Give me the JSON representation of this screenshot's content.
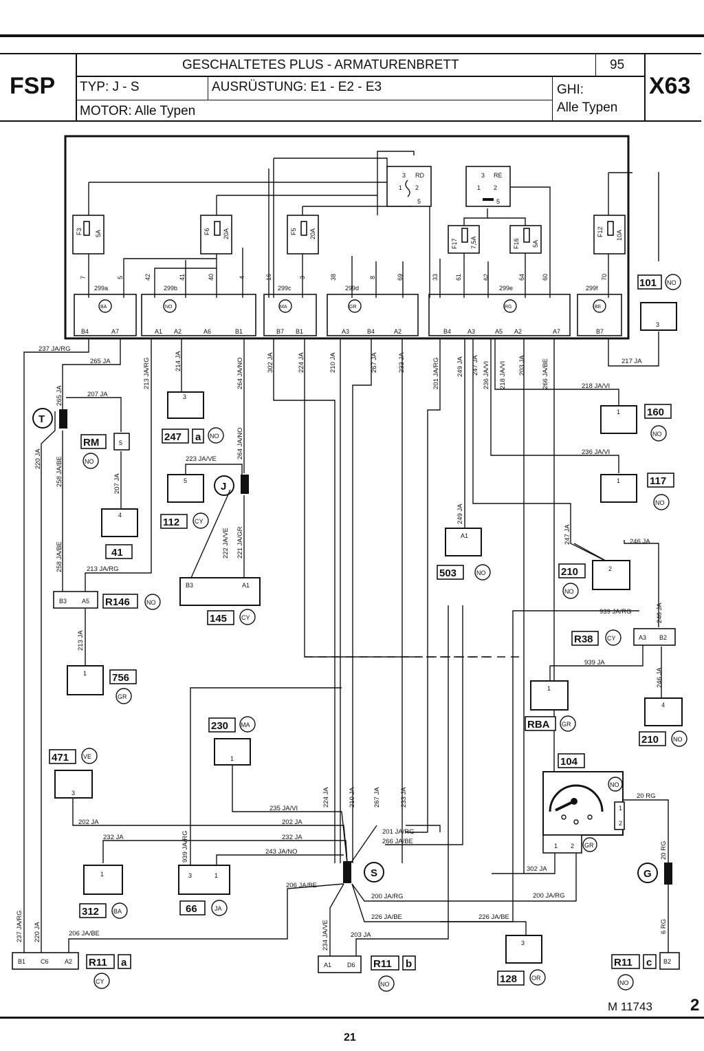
{
  "header": {
    "code_left": "FSP",
    "title": "GESCHALTETES PLUS - ARMATURENBRETT",
    "year": "95",
    "code_right": "X63",
    "typ": "TYP: J - S",
    "ausruestung": "AUSRÜSTUNG: E1 - E2 - E3",
    "ghi_label": "GHI:",
    "ghi_value": "Alle Typen",
    "motor": "MOTOR: Alle Typen"
  },
  "fuses": [
    {
      "id": "F3",
      "rating": "5A"
    },
    {
      "id": "F6",
      "rating": "20A"
    },
    {
      "id": "F5",
      "rating": "20A"
    },
    {
      "id": "F17",
      "rating": "7,5A"
    },
    {
      "id": "F16",
      "rating": "5A"
    },
    {
      "id": "F12",
      "rating": "10A"
    }
  ],
  "relays": [
    {
      "id": "RD",
      "pins": [
        "3",
        "1",
        "2",
        "5"
      ]
    },
    {
      "id": "RE",
      "pins": [
        "3",
        "1",
        "2",
        "5"
      ]
    }
  ],
  "wire_numbers": [
    "7",
    "5",
    "42",
    "41",
    "40",
    "4",
    "16",
    "3",
    "38",
    "8",
    "69",
    "33",
    "61",
    "62",
    "64",
    "60",
    "70"
  ],
  "connector_groups": [
    {
      "id": "299a",
      "color": "BA",
      "pins": [
        "B4",
        "A7"
      ]
    },
    {
      "id": "299b",
      "color": "NO",
      "pins": [
        "A1",
        "A2",
        "A6",
        "B1"
      ]
    },
    {
      "id": "299c",
      "color": "MA",
      "pins": [
        "B7",
        "B1"
      ]
    },
    {
      "id": "299d",
      "color": "GR",
      "pins": [
        "A3",
        "B4",
        "A2"
      ]
    },
    {
      "id": "299e",
      "color": "RG",
      "pins": [
        "B4",
        "A3",
        "A5",
        "A2",
        "A7"
      ]
    },
    {
      "id": "299f",
      "color": "BE",
      "pins": [
        "B7"
      ]
    }
  ],
  "components": {
    "c101": {
      "ref": "101",
      "color": "NO",
      "pin": "3"
    },
    "c247": {
      "ref": "247",
      "suffix": "a",
      "color": "NO",
      "pin": "3"
    },
    "c160": {
      "ref": "160",
      "color": "NO",
      "pin": "1"
    },
    "c117": {
      "ref": "117",
      "color": "NO",
      "pin": "1"
    },
    "rm": {
      "ref": "RM",
      "color": "NO",
      "pin": "5"
    },
    "c41": {
      "ref": "41",
      "pin": "4"
    },
    "c112": {
      "ref": "112",
      "color": "CY",
      "pin": "5"
    },
    "c145": {
      "ref": "145",
      "color": "CY",
      "pin_a": "B3",
      "pin_b": "A1"
    },
    "c503": {
      "ref": "503",
      "color": "NO",
      "pin": "A1"
    },
    "c210a": {
      "ref": "210",
      "color": "NO",
      "pin": "2"
    },
    "r146": {
      "ref": "R146",
      "color": "NO",
      "pin_a": "B3",
      "pin_b": "A5"
    },
    "r38": {
      "ref": "R38",
      "color": "CY",
      "pin_a": "A3",
      "pin_b": "B2"
    },
    "c756": {
      "ref": "756",
      "color": "GR",
      "pin": "1"
    },
    "rba": {
      "ref": "RBA",
      "color": "GR",
      "pin": "1"
    },
    "c210b": {
      "ref": "210",
      "color": "NO",
      "pin": "4"
    },
    "c230": {
      "ref": "230",
      "color": "MA",
      "pin": "1"
    },
    "c471": {
      "ref": "471",
      "color": "VE",
      "pin": "3"
    },
    "c104": {
      "ref": "104",
      "color_top": "NO",
      "color_bottom": "GR",
      "pins_right": [
        "1",
        "2"
      ],
      "pins_bottom": [
        "1",
        "2"
      ]
    },
    "c312": {
      "ref": "312",
      "color": "BA",
      "pin": "1"
    },
    "c66": {
      "ref": "66",
      "color": "JA",
      "pin_a": "3",
      "pin_b": "1"
    },
    "r11a": {
      "ref": "R11",
      "suffix": "a",
      "color": "CY",
      "pins": [
        "B1",
        "C6",
        "A2"
      ]
    },
    "r11b": {
      "ref": "R11",
      "suffix": "b",
      "color": "NO",
      "pins": [
        "A1",
        "D6"
      ]
    },
    "c128": {
      "ref": "128",
      "color": "OR",
      "pin": "3"
    },
    "r11c": {
      "ref": "R11",
      "suffix": "c",
      "color": "NO",
      "pin": "B2"
    }
  },
  "splices": [
    "T",
    "J",
    "S",
    "G"
  ],
  "wires": {
    "w237": "237 JA/RG",
    "w265": "265 JA",
    "w265v": "265 JA",
    "w213": "213 JA/RG",
    "w214": "214 JA",
    "w264": "264 JA/NO",
    "w264b": "264 JA/NO",
    "w302": "302 JA",
    "w224": "224 JA",
    "w210": "210 JA",
    "w267": "267 JA",
    "w233": "233 JA",
    "w201": "201 JA/RG",
    "w249": "249 JA",
    "w247": "247 JA",
    "w236": "236 JA/VI",
    "w218": "218 JA/VI",
    "w203": "203 JA",
    "w266": "266 JA/BE",
    "w217": "217 JA",
    "w207": "207 JA",
    "w207b": "207 JA",
    "w220": "220 JA",
    "w258": "258 JA/BE",
    "w258b": "258 JA/BE",
    "w223": "223 JA/VE",
    "w222": "222 JA/VE",
    "w221": "221 JA/GR",
    "w218h": "218 JA/VI",
    "w236h": "236 JA/VI",
    "w249b": "249 JA",
    "w247b": "247 JA",
    "w246": "246 JA",
    "w246b": "246 JA",
    "w246c": "246 JA",
    "w213h": "213 JA/RG",
    "w213v": "213 JA",
    "w939": "939 JA/RG",
    "w939b": "939 JA",
    "w224s": "224 JA",
    "w210s": "210 JA",
    "w267s": "267 JA",
    "w233s": "233 JA",
    "w235": "235 JA/VI",
    "w202": "202 JA",
    "w202b": "202 JA",
    "w232": "232 JA",
    "w232b": "232 JA",
    "w243": "243 JA/NO",
    "w939v": "939 JA/RG",
    "w201s": "201 JA/RG",
    "w266s": "266 JA/BE",
    "w20rg": "20 RG",
    "w20rgv": "20 RG",
    "w302s": "302 JA",
    "w206": "206 JA/BE",
    "w206b": "206 JA/BE",
    "w200": "200 JA/RG",
    "w200b": "200 JA/RG",
    "w226": "226 JA/BE",
    "w226b": "226 JA/BE",
    "w234": "234 JA/VE",
    "w203s": "203 JA",
    "w237v": "237 JA/RG",
    "w220v": "220 JA",
    "w6rg": "6 RG"
  },
  "footer": {
    "diagram_no": "M 11743",
    "sheet": "2",
    "page": "21"
  }
}
